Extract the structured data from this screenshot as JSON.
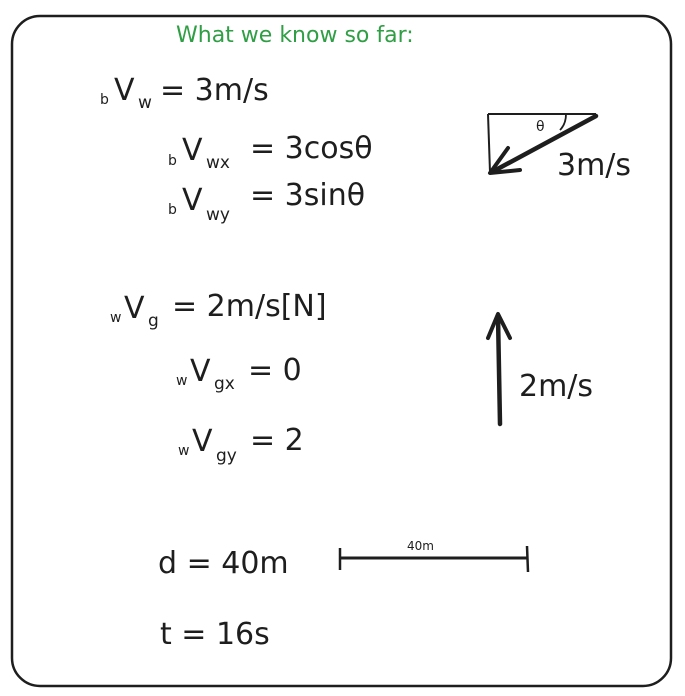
{
  "heading": "What we know so far:",
  "colors": {
    "heading": "#2f9e44",
    "ink": "#1e1e1e"
  },
  "equations": {
    "bvw": {
      "pre": "b",
      "main": "V",
      "sub": "w",
      "rhs": "= 3m/s"
    },
    "bvwx": {
      "pre": "b",
      "main": "V",
      "sub": "wx",
      "rhs": "= 3cosθ"
    },
    "bvwy": {
      "pre": "b",
      "main": "V",
      "sub": "wy",
      "rhs": "= 3sinθ"
    },
    "wvg": {
      "pre": "w",
      "main": "V",
      "sub": "g",
      "rhs": "= 2m/s[N]"
    },
    "wvgx": {
      "pre": "w",
      "main": "V",
      "sub": "gx",
      "rhs": "= 0"
    },
    "wvgy": {
      "pre": "w",
      "main": "V",
      "sub": "gy",
      "rhs": "= 2"
    },
    "distance": "d = 40m",
    "time": "t = 16s"
  },
  "diagrams": {
    "wind_angle": "θ",
    "wind_label": "3m/s",
    "ground_label": "2m/s",
    "distance_label": "40m"
  }
}
